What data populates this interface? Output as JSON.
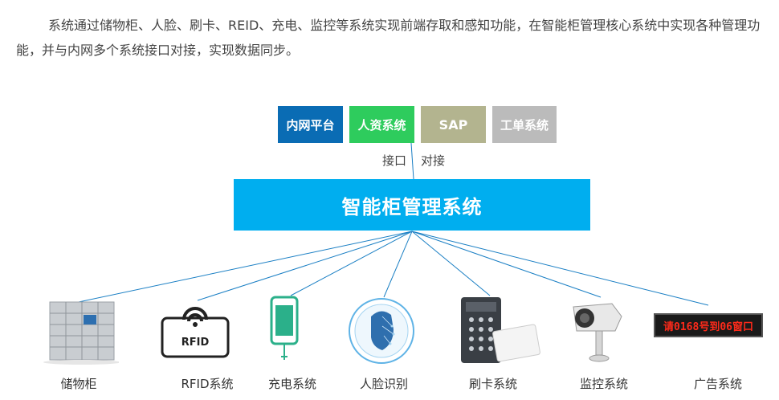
{
  "intro": "系统通过储物柜、人脸、刷卡、REID、充电、监控等系统实现前端存取和感知功能，在智能柜管理核心系统中实现各种管理功能，并与内网多个系统接口对接，实现数据同步。",
  "top_systems": [
    "内网平台",
    "人资系统",
    "SAP",
    "工单系统"
  ],
  "link_labels": {
    "left": "接口",
    "right": "对接"
  },
  "core_system": "智能柜管理系统",
  "devices": [
    {
      "label": "储物柜",
      "icon": "locker-icon"
    },
    {
      "label": "RFID系统",
      "icon": "rfid-icon"
    },
    {
      "label": "充电系统",
      "icon": "charger-icon"
    },
    {
      "label": "人脸识别",
      "icon": "face-recognition-icon"
    },
    {
      "label": "刷卡系统",
      "icon": "card-reader-icon"
    },
    {
      "label": "监控系统",
      "icon": "camera-icon"
    },
    {
      "label": "广告系统",
      "icon": "led-display-icon"
    }
  ],
  "led_text": "请0168号到06窗口",
  "rfid_text": "RFID",
  "colors": {
    "neinet": "#0a6cb4",
    "hr": "#2ecc5d",
    "sap": "#b3b48f",
    "work": "#bbbbbb",
    "core": "#00aeef",
    "line": "#1a7fc4"
  }
}
